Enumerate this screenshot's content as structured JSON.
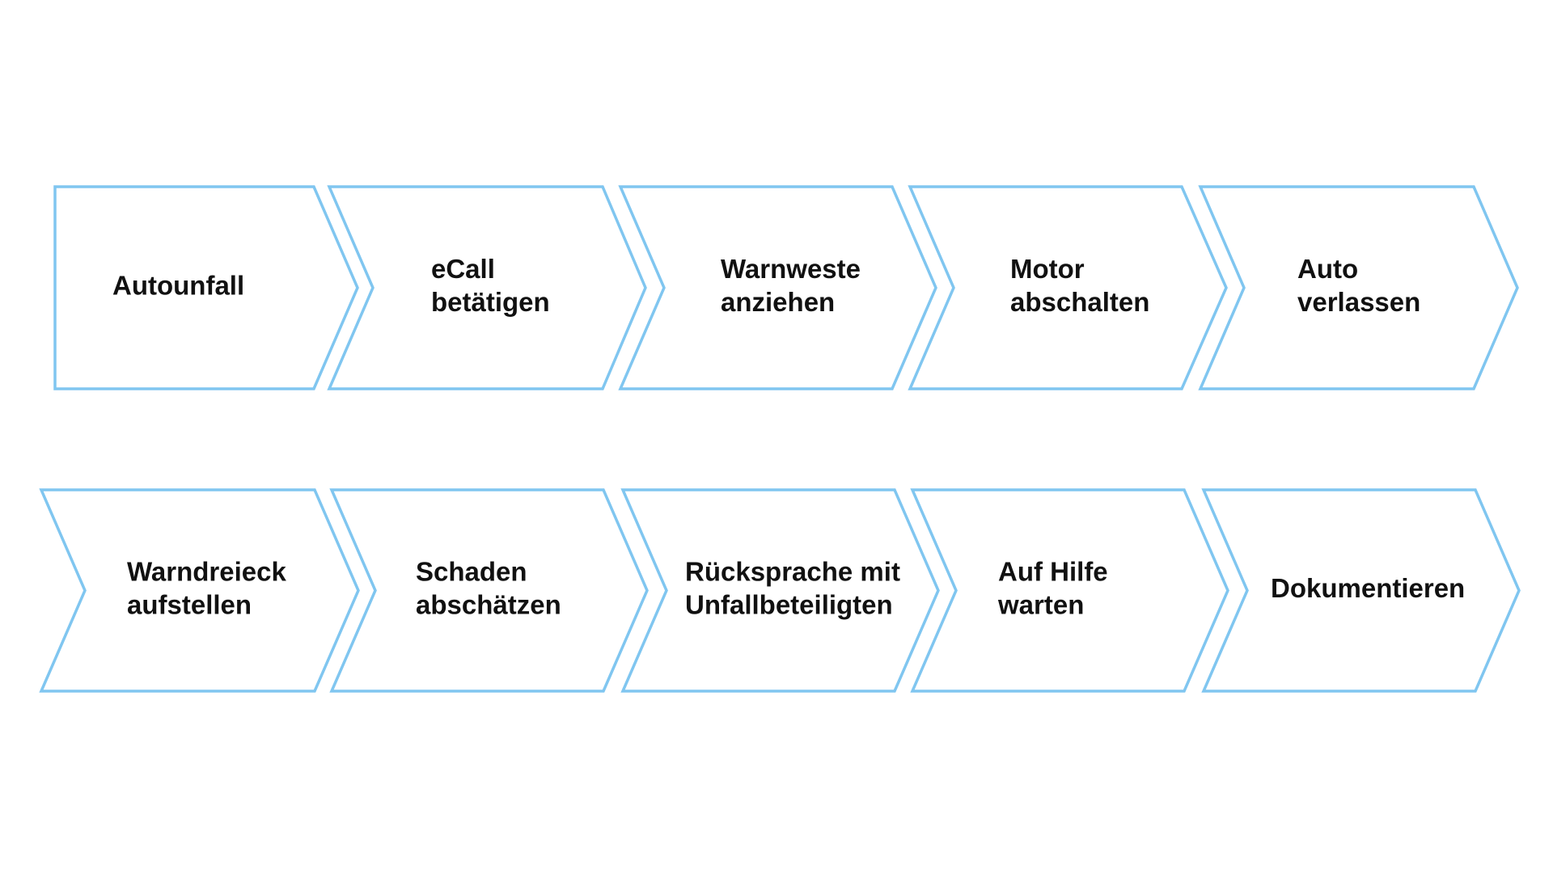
{
  "colors": {
    "stroke": "#80C6F0",
    "text": "#111111",
    "background": "#FFFFFF"
  },
  "rows": [
    {
      "steps": [
        {
          "lines": [
            "Autounfall"
          ]
        },
        {
          "lines": [
            "eCall",
            "betätigen"
          ]
        },
        {
          "lines": [
            "Warnweste",
            "anziehen"
          ]
        },
        {
          "lines": [
            "Motor",
            "abschalten"
          ]
        },
        {
          "lines": [
            "Auto",
            "verlassen"
          ]
        }
      ]
    },
    {
      "steps": [
        {
          "lines": [
            "Warndreieck",
            "aufstellen"
          ]
        },
        {
          "lines": [
            "Schaden",
            "abschätzen"
          ]
        },
        {
          "lines": [
            "Rücksprache mit",
            "Unfallbeteiligten"
          ]
        },
        {
          "lines": [
            "Auf Hilfe",
            "warten"
          ]
        },
        {
          "lines": [
            "Dokumentieren"
          ]
        }
      ]
    }
  ]
}
